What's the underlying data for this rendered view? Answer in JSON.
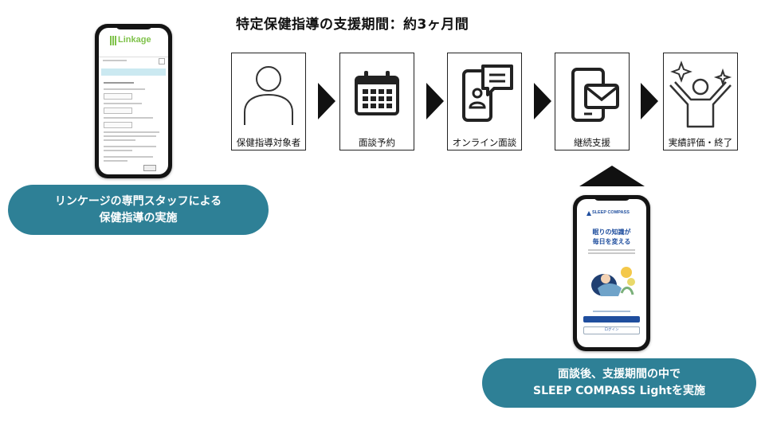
{
  "title": "特定保健指導の支援期間：約3ヶ月間",
  "steps": [
    {
      "label": "保健指導対象者",
      "icon": "person-icon"
    },
    {
      "label": "面談予約",
      "icon": "calendar-icon"
    },
    {
      "label": "オンライン面談",
      "icon": "online-meeting-icon"
    },
    {
      "label": "継続支援",
      "icon": "mail-phone-icon"
    },
    {
      "label": "実績評価・終了",
      "icon": "celebrate-icon"
    }
  ],
  "left_pill": {
    "line1": "リンケージの専門スタッフによる",
    "line2": "保健指導の実施"
  },
  "right_pill": {
    "line1": "面談後、支援期間の中で",
    "line2": "SLEEP COMPASS Lightを実施"
  },
  "phone_left": {
    "logo": "Linkage"
  },
  "phone_right": {
    "brand": "SLEEP COMPASS",
    "headline1": "眠りの知識が",
    "headline2": "毎日を変える",
    "button": "ログイン"
  },
  "colors": {
    "accent": "#2e8096",
    "line": "#111111",
    "linkage_green": "#7fc24a",
    "sleep_blue": "#1f4e9e"
  }
}
